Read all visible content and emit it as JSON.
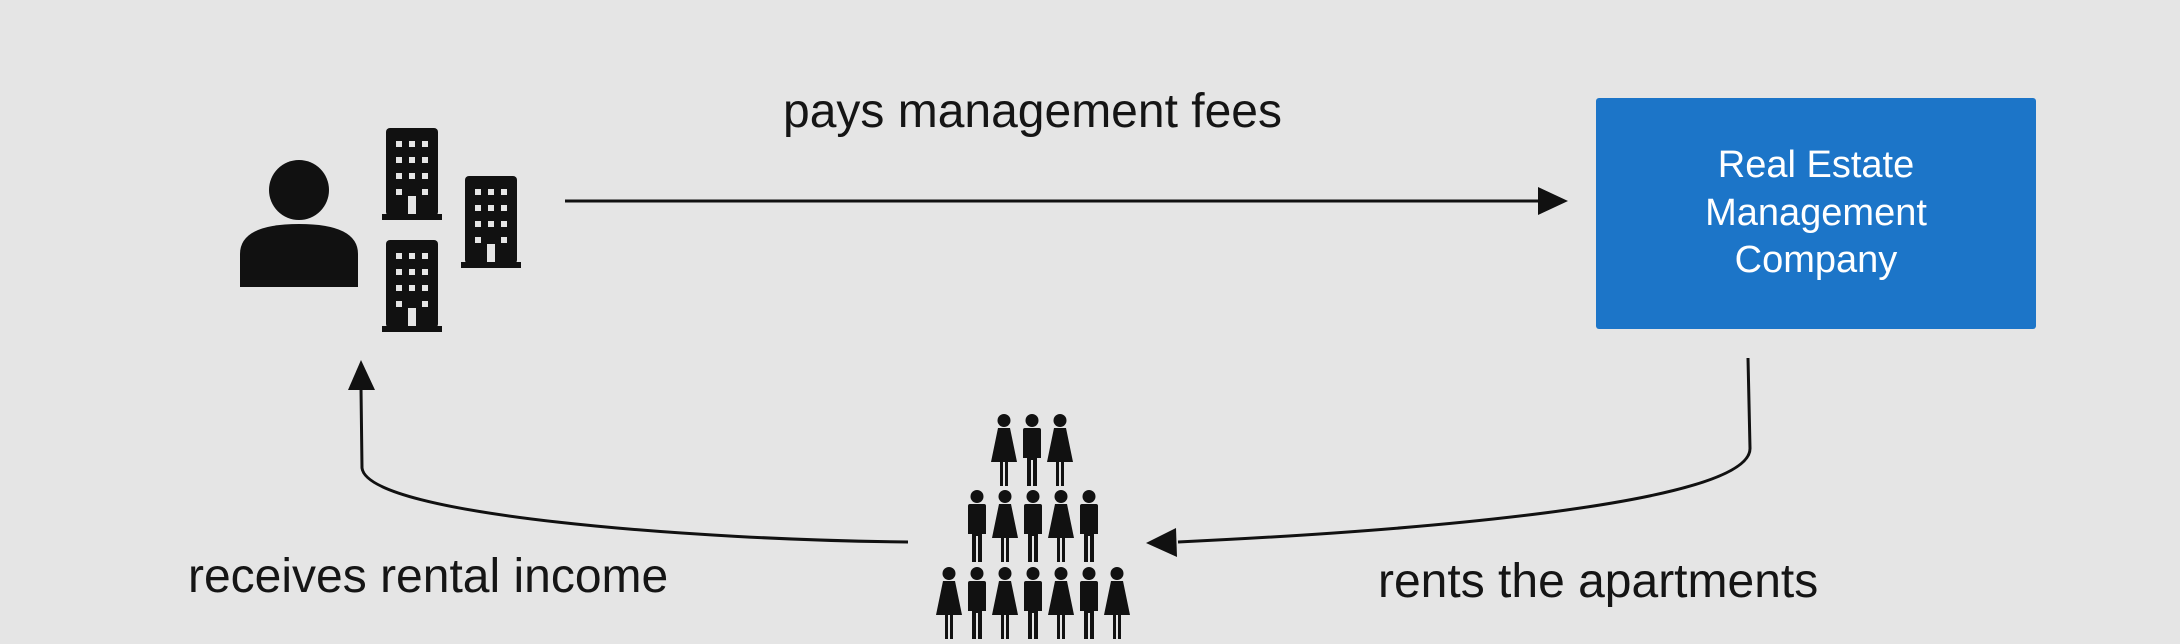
{
  "colors": {
    "background": "#e5e5e5",
    "company_box": "#1c75c8",
    "icon": "#111111",
    "arrow": "#111111"
  },
  "flows": {
    "fees_label": "pays management fees",
    "income_label": "receives rental income",
    "rents_label": "rents the apartments"
  },
  "company": {
    "name": "Real Estate\nManagement\nCompany"
  },
  "icons": {
    "owner": "person-icon",
    "buildings": "apartment-building-icon",
    "tenants": "people-group-icon"
  }
}
